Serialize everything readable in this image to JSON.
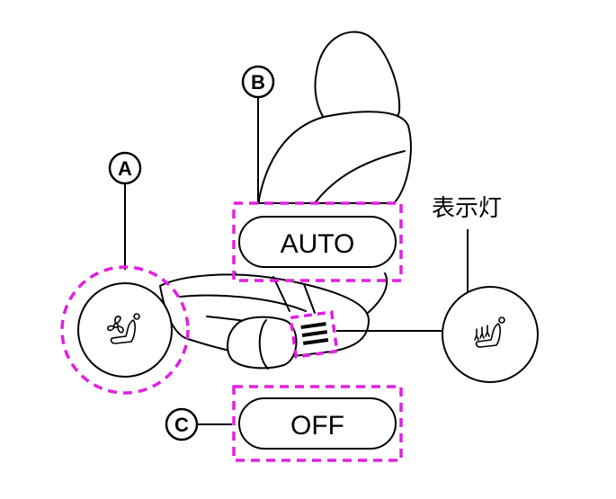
{
  "callouts": {
    "a": "A",
    "b": "B",
    "c": "C"
  },
  "buttons": {
    "auto": "AUTO",
    "off": "OFF"
  },
  "indicator_label": "表示灯",
  "colors": {
    "highlight": "#e020e0",
    "line": "#000000",
    "background": "#ffffff"
  },
  "icons": {
    "fan_switch": "seat-fan-ventilation-icon",
    "heater_switch": "seat-heater-icon",
    "indicator": "three-bar-indicator-icon"
  }
}
